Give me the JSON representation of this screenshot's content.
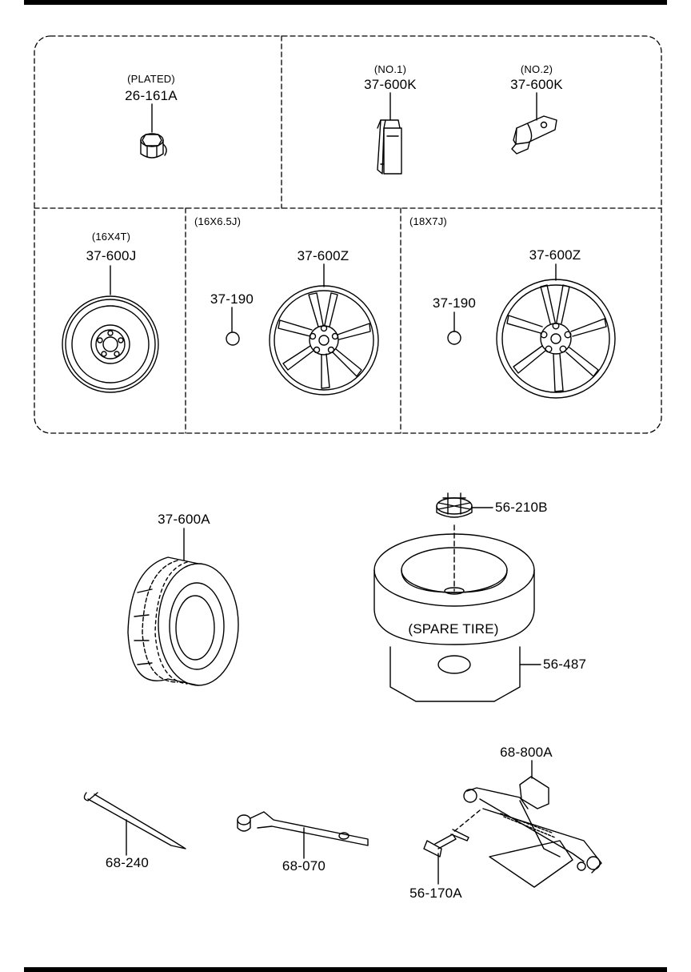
{
  "boxes": {
    "lug_nut": {
      "note": "(PLATED)",
      "part": "26-161A"
    },
    "wheel_weight_1": {
      "note": "(NO.1)",
      "part": "37-600K"
    },
    "wheel_weight_2": {
      "note": "(NO.2)",
      "part": "37-600K"
    },
    "spare_wheel": {
      "size": "(16X4T)",
      "part": "37-600J"
    },
    "wheel_16": {
      "size": "(16X6.5J)",
      "part": "37-600Z",
      "cap": "37-190"
    },
    "wheel_18": {
      "size": "(18X7J)",
      "part": "37-600Z",
      "cap": "37-190"
    }
  },
  "tire": {
    "part": "37-600A"
  },
  "spare_stack": {
    "bolt": "56-210B",
    "tire_label": "(SPARE TIRE)",
    "block": "56-487"
  },
  "tools": {
    "hook": "68-240",
    "lug_wrench": "68-070",
    "jack": "68-800A",
    "jack_handle": "56-170A"
  }
}
